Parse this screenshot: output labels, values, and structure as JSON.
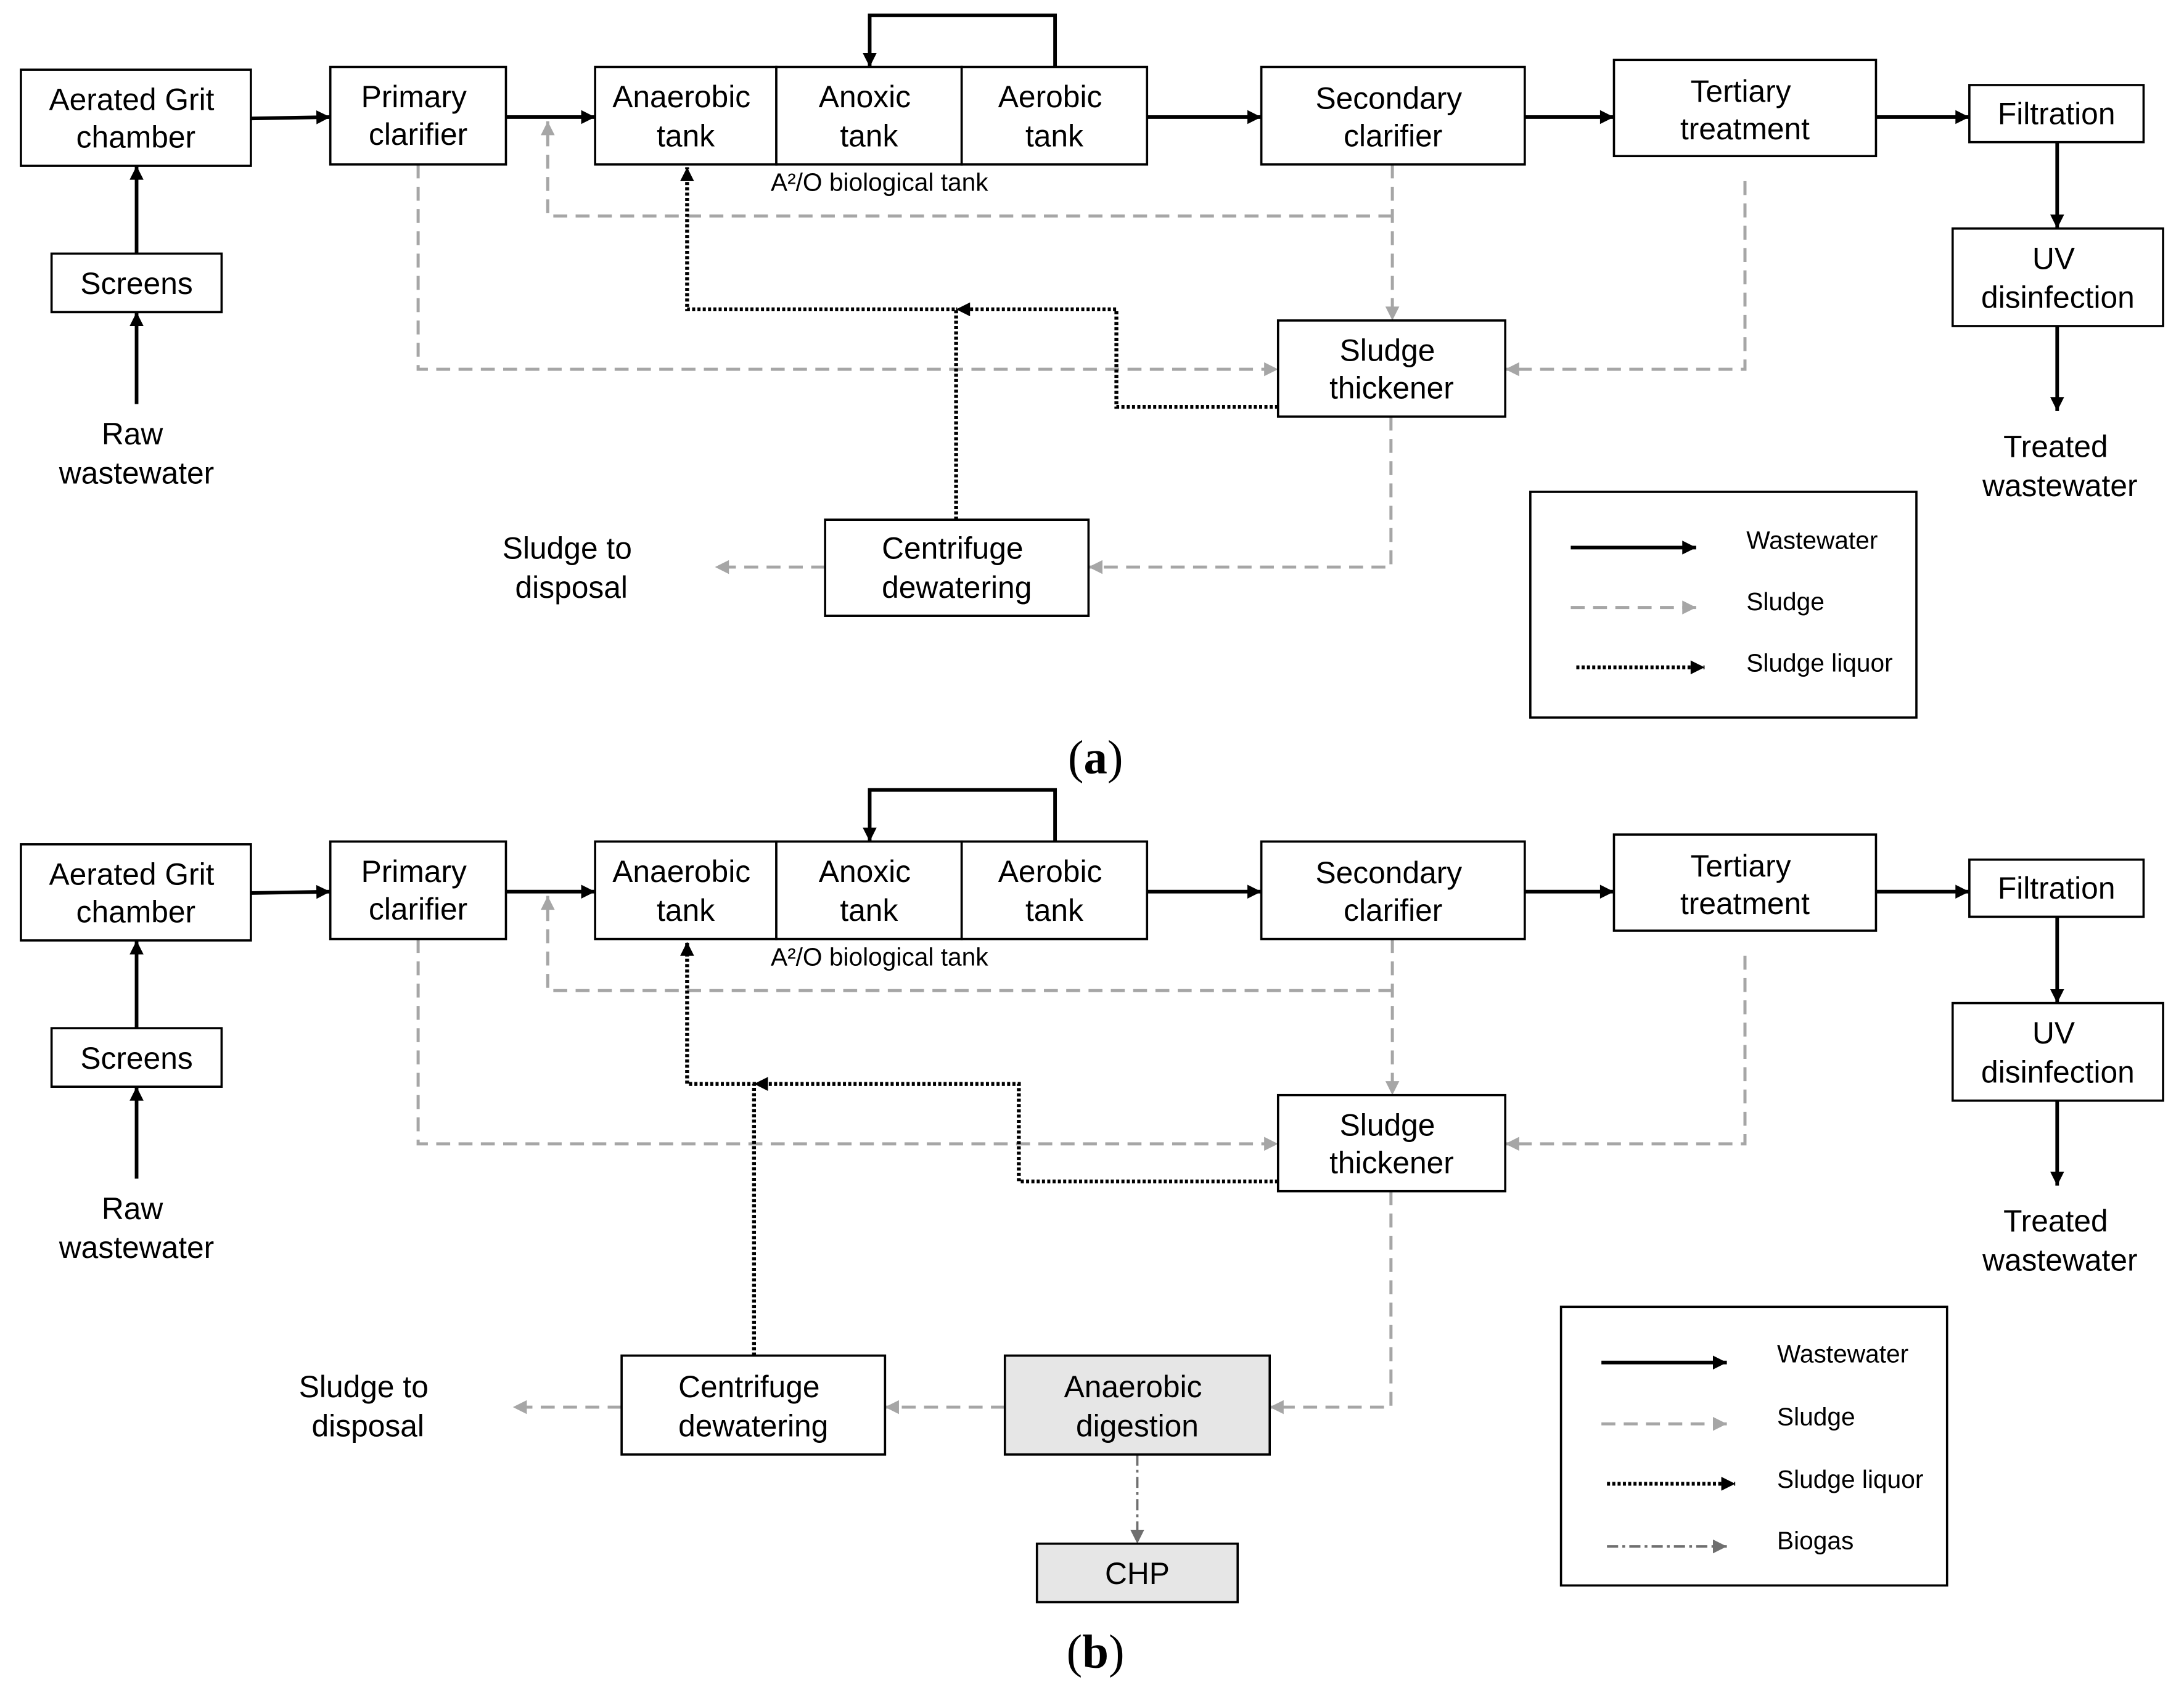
{
  "panel_a": {
    "caption": {
      "open": "(",
      "letter": "a",
      "close": ")"
    },
    "aerated_grit_chamber": [
      "Aerated Grit",
      "chamber"
    ],
    "primary_clarifier": [
      "Primary",
      "clarifier"
    ],
    "anaerobic_tank": [
      "Anaerobic",
      "tank"
    ],
    "anoxic_tank": [
      "Anoxic",
      "tank"
    ],
    "aerobic_tank": [
      "Aerobic",
      "tank"
    ],
    "biological_tank_label": "A²/O biological tank",
    "secondary_clarifier": [
      "Secondary",
      "clarifier"
    ],
    "tertiary_treatment": [
      "Tertiary",
      "treatment"
    ],
    "filtration": "Filtration",
    "uv_disinfection": [
      "UV",
      "disinfection"
    ],
    "treated_wastewater": [
      "Treated",
      "wastewater"
    ],
    "screens": "Screens",
    "raw_wastewater": [
      "Raw",
      "wastewater"
    ],
    "sludge_thickener": [
      "Sludge",
      "thickener"
    ],
    "centrifuge_dewatering": [
      "Centrifuge",
      "dewatering"
    ],
    "sludge_to_disposal": [
      "Sludge to",
      "disposal"
    ],
    "legend": [
      "Wastewater",
      "Sludge",
      "Sludge liquor"
    ]
  },
  "panel_b": {
    "caption": {
      "open": "(",
      "letter": "b",
      "close": ")"
    },
    "aerated_grit_chamber": [
      "Aerated Grit",
      "chamber"
    ],
    "primary_clarifier": [
      "Primary",
      "clarifier"
    ],
    "anaerobic_tank": [
      "Anaerobic",
      "tank"
    ],
    "anoxic_tank": [
      "Anoxic",
      "tank"
    ],
    "aerobic_tank": [
      "Aerobic",
      "tank"
    ],
    "biological_tank_label": "A²/O biological tank",
    "secondary_clarifier": [
      "Secondary",
      "clarifier"
    ],
    "tertiary_treatment": [
      "Tertiary",
      "treatment"
    ],
    "filtration": "Filtration",
    "uv_disinfection": [
      "UV",
      "disinfection"
    ],
    "treated_wastewater": [
      "Treated",
      "wastewater"
    ],
    "screens": "Screens",
    "raw_wastewater": [
      "Raw",
      "wastewater"
    ],
    "sludge_thickener": [
      "Sludge",
      "thickener"
    ],
    "anaerobic_digestion": [
      "Anaerobic",
      "digestion"
    ],
    "centrifuge_dewatering": [
      "Centrifuge",
      "dewatering"
    ],
    "sludge_to_disposal": [
      "Sludge to",
      "disposal"
    ],
    "chp": "CHP",
    "legend": [
      "Wastewater",
      "Sludge",
      "Sludge liquor",
      "Biogas"
    ]
  },
  "styles": {
    "wastewater_line_color": "#000000",
    "sludge_line_color": "#a6a6a6",
    "sludge_liquor_line_color": "#000000",
    "biogas_line_color": "#6f6f6f",
    "highlighted_box_fill": "#e6e6e6"
  }
}
